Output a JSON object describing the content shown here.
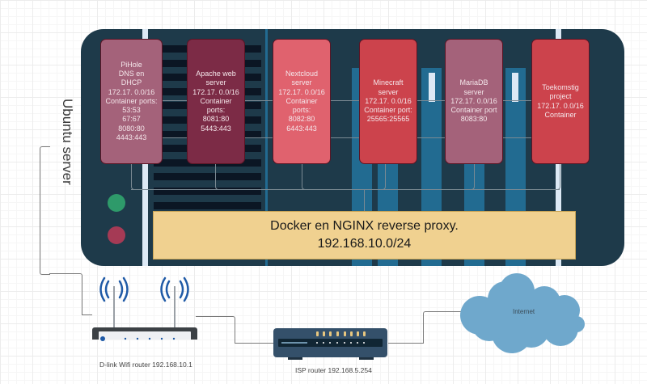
{
  "diagram": {
    "server_label": "Ubuntu server",
    "containers": [
      {
        "name": "PiHole DNS en DHCP",
        "text": "PiHole\nDNS en\nDHCP\n172.17. 0.0/16\nContainer ports:\n53:53\n67:67\n8080:80\n4443:443",
        "color": "#a4627a"
      },
      {
        "name": "Apache web server",
        "text": "Apache web\nserver\n172.17. 0.0/16\nContainer ports:\n8081:80\n5443:443",
        "color": "#7c2b46"
      },
      {
        "name": "Nextcloud server",
        "text": "Nextcloud\nserver\n172.17. 0.0/16\nContainer ports:\n8082:80\n6443:443",
        "color": "#e0626e"
      },
      {
        "name": "Minecraft server",
        "text": "Minecraft server\n172.17. 0.0/16\nContainer port:\n25565:25565",
        "color": "#cc434c"
      },
      {
        "name": "MariaDB server",
        "text": "MariaDB\nserver\n172.17. 0.0/16\nContainer port\n8083:80",
        "color": "#a4627a"
      },
      {
        "name": "Toekomstig project",
        "text": "Toekomstig\nproject\n172.17. 0.0/16\nContainer",
        "color": "#cc434c"
      }
    ],
    "proxy": {
      "line1": "Docker en NGINX reverse proxy.",
      "line2": "192.168.10.0/24"
    },
    "status_leds": [
      {
        "name": "green",
        "color": "#2e9a6a"
      },
      {
        "name": "red",
        "color": "#a53a55"
      }
    ],
    "devices": {
      "wifi_router": "D-link Wifi router 192.168.10.1",
      "isp_router": "ISP router 192.168.5.254",
      "internet": "Internet"
    }
  }
}
